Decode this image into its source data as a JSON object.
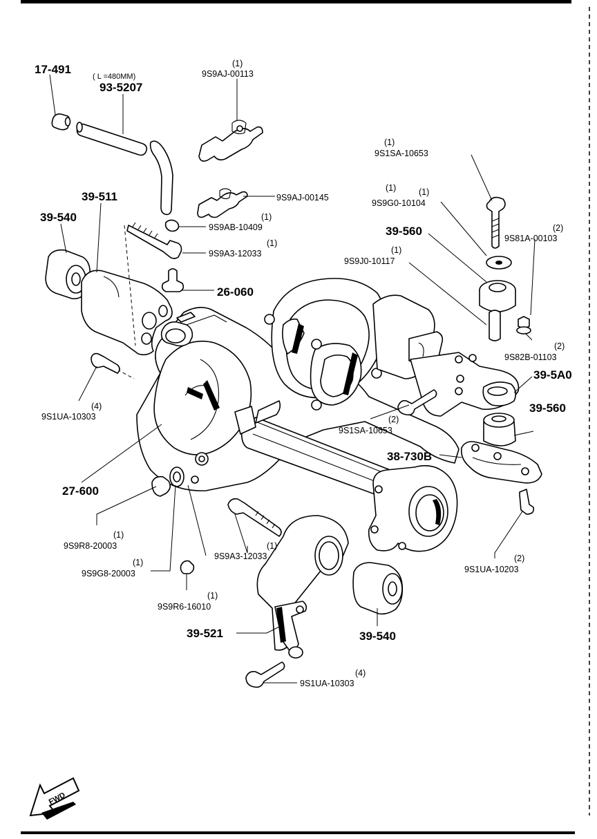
{
  "diagram": {
    "labels": {
      "p17_491": "17-491",
      "p93_5207": "93-5207",
      "p93_5207_note": "( L =480MM)",
      "p9S9AJ_00113": "9S9AJ-00113",
      "p9S9AJ_00113_qty": "(1)",
      "p9S9AJ_00145": "9S9AJ-00145",
      "p9S9AJ_00145_qty": "(1)",
      "p9S9AB_10409": "9S9AB-10409",
      "p9S9AB_10409_qty": "(1)",
      "p9S9A3_12033a": "9S9A3-12033",
      "p9S9A3_12033a_qty": "(1)",
      "p26_060": "26-060",
      "p39_511": "39-511",
      "p39_540a": "39-540",
      "p9S1UA_10303a": "9S1UA-10303",
      "p9S1UA_10303a_qty": "(4)",
      "p27_600": "27-600",
      "p9S9R8_20003": "9S9R8-20003",
      "p9S9R8_20003_qty": "(1)",
      "p9S9G8_20003": "9S9G8-20003",
      "p9S9G8_20003_qty": "(1)",
      "p9S9R6_16010": "9S9R6-16010",
      "p9S9R6_16010_qty": "(1)",
      "p9S9A3_12033b": "9S9A3-12033",
      "p9S9A3_12033b_qty": "(1)",
      "p39_521": "39-521",
      "p39_540b": "39-540",
      "p9S1UA_10303b": "9S1UA-10303",
      "p9S1UA_10303b_qty": "(4)",
      "p9S1SA_10653a": "9S1SA-10653",
      "p9S1SA_10653a_qty": "(1)",
      "p9S9G0_10104": "9S9G0-10104",
      "p9S9G0_10104_qty": "(1)",
      "p39_560a": "39-560",
      "p9S81A_00103": "9S81A-00103",
      "p9S81A_00103_qty": "(2)",
      "p9S9J0_10117": "9S9J0-10117",
      "p9S9J0_10117_qty": "(1)",
      "p9S82B_01103": "9S82B-01103",
      "p9S82B_01103_qty": "(2)",
      "p39_5A0": "39-5A0",
      "p9S1SA_10653b": "9S1SA-10653",
      "p9S1SA_10653b_qty": "(2)",
      "p39_560b": "39-560",
      "p38_730B": "38-730B",
      "p9S1UA_10203": "9S1UA-10203",
      "p9S1UA_10203_qty": "(2)"
    },
    "fwd_label": "FWD"
  }
}
